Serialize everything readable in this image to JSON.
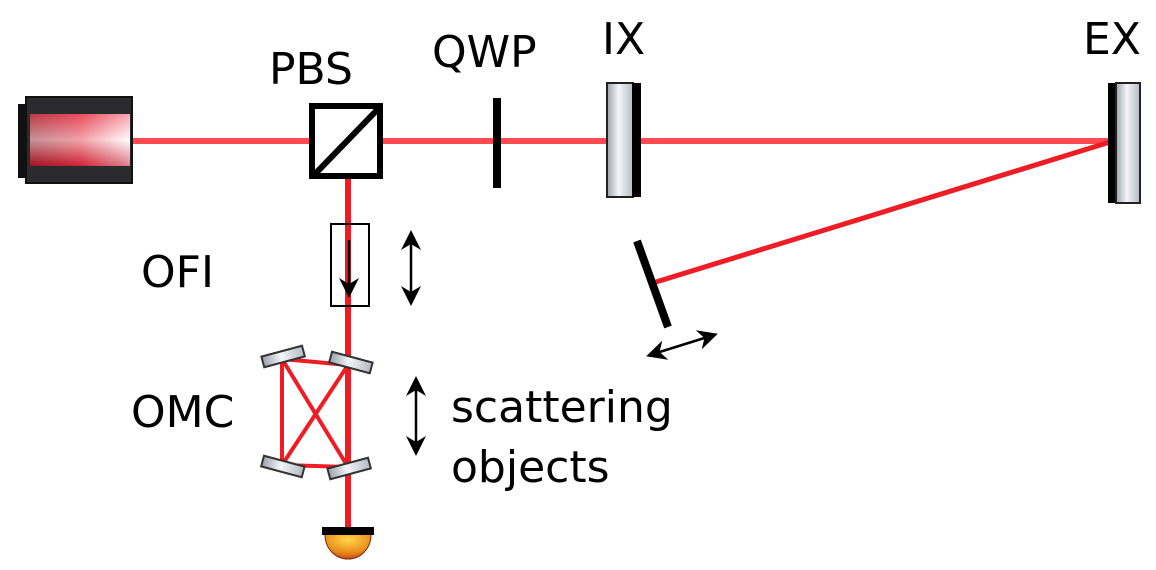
{
  "labels": {
    "pbs": "PBS",
    "qwp": "QWP",
    "ix": "IX",
    "ex": "EX",
    "ofi": "OFI",
    "omc": "OMC",
    "scattering_line1": "scattering",
    "scattering_line2": "objects"
  },
  "colors": {
    "beam": "#ee1c24",
    "optic": "#000000",
    "mirror_glass": "#c9ced6",
    "laser_body": "#2b2a2f",
    "detector": "#e8a323"
  }
}
